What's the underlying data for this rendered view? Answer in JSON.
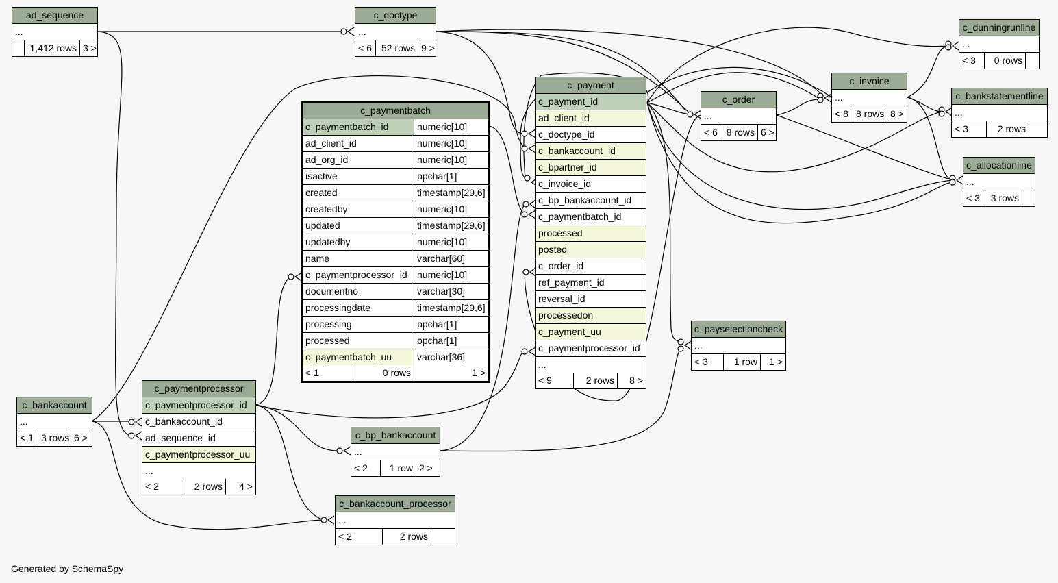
{
  "credit": "Generated by SchemaSpy",
  "tables": {
    "ad_sequence": {
      "title": "ad_sequence",
      "ellipsis": "...",
      "parents": "",
      "rows": "1,412 rows",
      "children": "3 >"
    },
    "c_doctype": {
      "title": "c_doctype",
      "ellipsis": "...",
      "parents": "< 6",
      "rows": "52 rows",
      "children": "9 >"
    },
    "c_dunningrunline": {
      "title": "c_dunningrunline",
      "ellipsis": "...",
      "parents": "< 3",
      "rows": "0 rows",
      "children": ""
    },
    "c_invoice": {
      "title": "c_invoice",
      "ellipsis": "...",
      "parents": "< 8",
      "rows": "8 rows",
      "children": "8 >"
    },
    "c_order": {
      "title": "c_order",
      "ellipsis": "...",
      "parents": "< 6",
      "rows": "8 rows",
      "children": "6 >"
    },
    "c_bankstatementline": {
      "title": "c_bankstatementline",
      "ellipsis": "...",
      "parents": "< 3",
      "rows": "2 rows",
      "children": ""
    },
    "c_allocationline": {
      "title": "c_allocationline",
      "ellipsis": "...",
      "parents": "< 3",
      "rows": "3 rows",
      "children": ""
    },
    "c_payselectioncheck": {
      "title": "c_payselectioncheck",
      "ellipsis": "...",
      "parents": "< 3",
      "rows": "1 row",
      "children": "1 >"
    },
    "c_bankaccount": {
      "title": "c_bankaccount",
      "ellipsis": "...",
      "parents": "< 1",
      "rows": "3 rows",
      "children": "6 >"
    },
    "c_bp_bankaccount": {
      "title": "c_bp_bankaccount",
      "ellipsis": "...",
      "parents": "< 2",
      "rows": "1 row",
      "children": "2 >"
    },
    "c_bankaccount_processor": {
      "title": "c_bankaccount_processor",
      "ellipsis": "...",
      "parents": "< 2",
      "rows": "2 rows",
      "children": ""
    },
    "c_paymentprocessor": {
      "title": "c_paymentprocessor",
      "columns": [
        {
          "name": "c_paymentprocessor_id",
          "kind": "pk"
        },
        {
          "name": "c_bankaccount_id",
          "kind": "plain"
        },
        {
          "name": "ad_sequence_id",
          "kind": "plain"
        },
        {
          "name": "c_paymentprocessor_uu",
          "kind": "idx"
        },
        {
          "name": "...",
          "kind": "plain"
        }
      ],
      "parents": "< 2",
      "rows": "2 rows",
      "children": "4 >"
    },
    "c_payment": {
      "title": "c_payment",
      "columns": [
        {
          "name": "c_payment_id",
          "kind": "pk"
        },
        {
          "name": "ad_client_id",
          "kind": "idx"
        },
        {
          "name": "c_doctype_id",
          "kind": "plain"
        },
        {
          "name": "c_bankaccount_id",
          "kind": "idx"
        },
        {
          "name": "c_bpartner_id",
          "kind": "idx"
        },
        {
          "name": "c_invoice_id",
          "kind": "plain"
        },
        {
          "name": "c_bp_bankaccount_id",
          "kind": "plain"
        },
        {
          "name": "c_paymentbatch_id",
          "kind": "plain"
        },
        {
          "name": "processed",
          "kind": "idx"
        },
        {
          "name": "posted",
          "kind": "idx"
        },
        {
          "name": "c_order_id",
          "kind": "plain"
        },
        {
          "name": "ref_payment_id",
          "kind": "plain"
        },
        {
          "name": "reversal_id",
          "kind": "plain"
        },
        {
          "name": "processedon",
          "kind": "idx"
        },
        {
          "name": "c_payment_uu",
          "kind": "idx"
        },
        {
          "name": "c_paymentprocessor_id",
          "kind": "plain"
        },
        {
          "name": "...",
          "kind": "plain"
        }
      ],
      "parents": "< 9",
      "rows": "2 rows",
      "children": "8 >"
    },
    "c_paymentbatch": {
      "title": "c_paymentbatch",
      "columns": [
        {
          "name": "c_paymentbatch_id",
          "type": "numeric[10]",
          "kind": "pk"
        },
        {
          "name": "ad_client_id",
          "type": "numeric[10]",
          "kind": "plain"
        },
        {
          "name": "ad_org_id",
          "type": "numeric[10]",
          "kind": "plain"
        },
        {
          "name": "isactive",
          "type": "bpchar[1]",
          "kind": "plain"
        },
        {
          "name": "created",
          "type": "timestamp[29,6]",
          "kind": "plain"
        },
        {
          "name": "createdby",
          "type": "numeric[10]",
          "kind": "plain"
        },
        {
          "name": "updated",
          "type": "timestamp[29,6]",
          "kind": "plain"
        },
        {
          "name": "updatedby",
          "type": "numeric[10]",
          "kind": "plain"
        },
        {
          "name": "name",
          "type": "varchar[60]",
          "kind": "plain"
        },
        {
          "name": "c_paymentprocessor_id",
          "type": "numeric[10]",
          "kind": "plain"
        },
        {
          "name": "documentno",
          "type": "varchar[30]",
          "kind": "plain"
        },
        {
          "name": "processingdate",
          "type": "timestamp[29,6]",
          "kind": "plain"
        },
        {
          "name": "processing",
          "type": "bpchar[1]",
          "kind": "plain"
        },
        {
          "name": "processed",
          "type": "bpchar[1]",
          "kind": "plain"
        },
        {
          "name": "c_paymentbatch_uu",
          "type": "varchar[36]",
          "kind": "idx"
        }
      ],
      "parents": "< 1",
      "rows": "0 rows",
      "children": "1 >"
    }
  }
}
